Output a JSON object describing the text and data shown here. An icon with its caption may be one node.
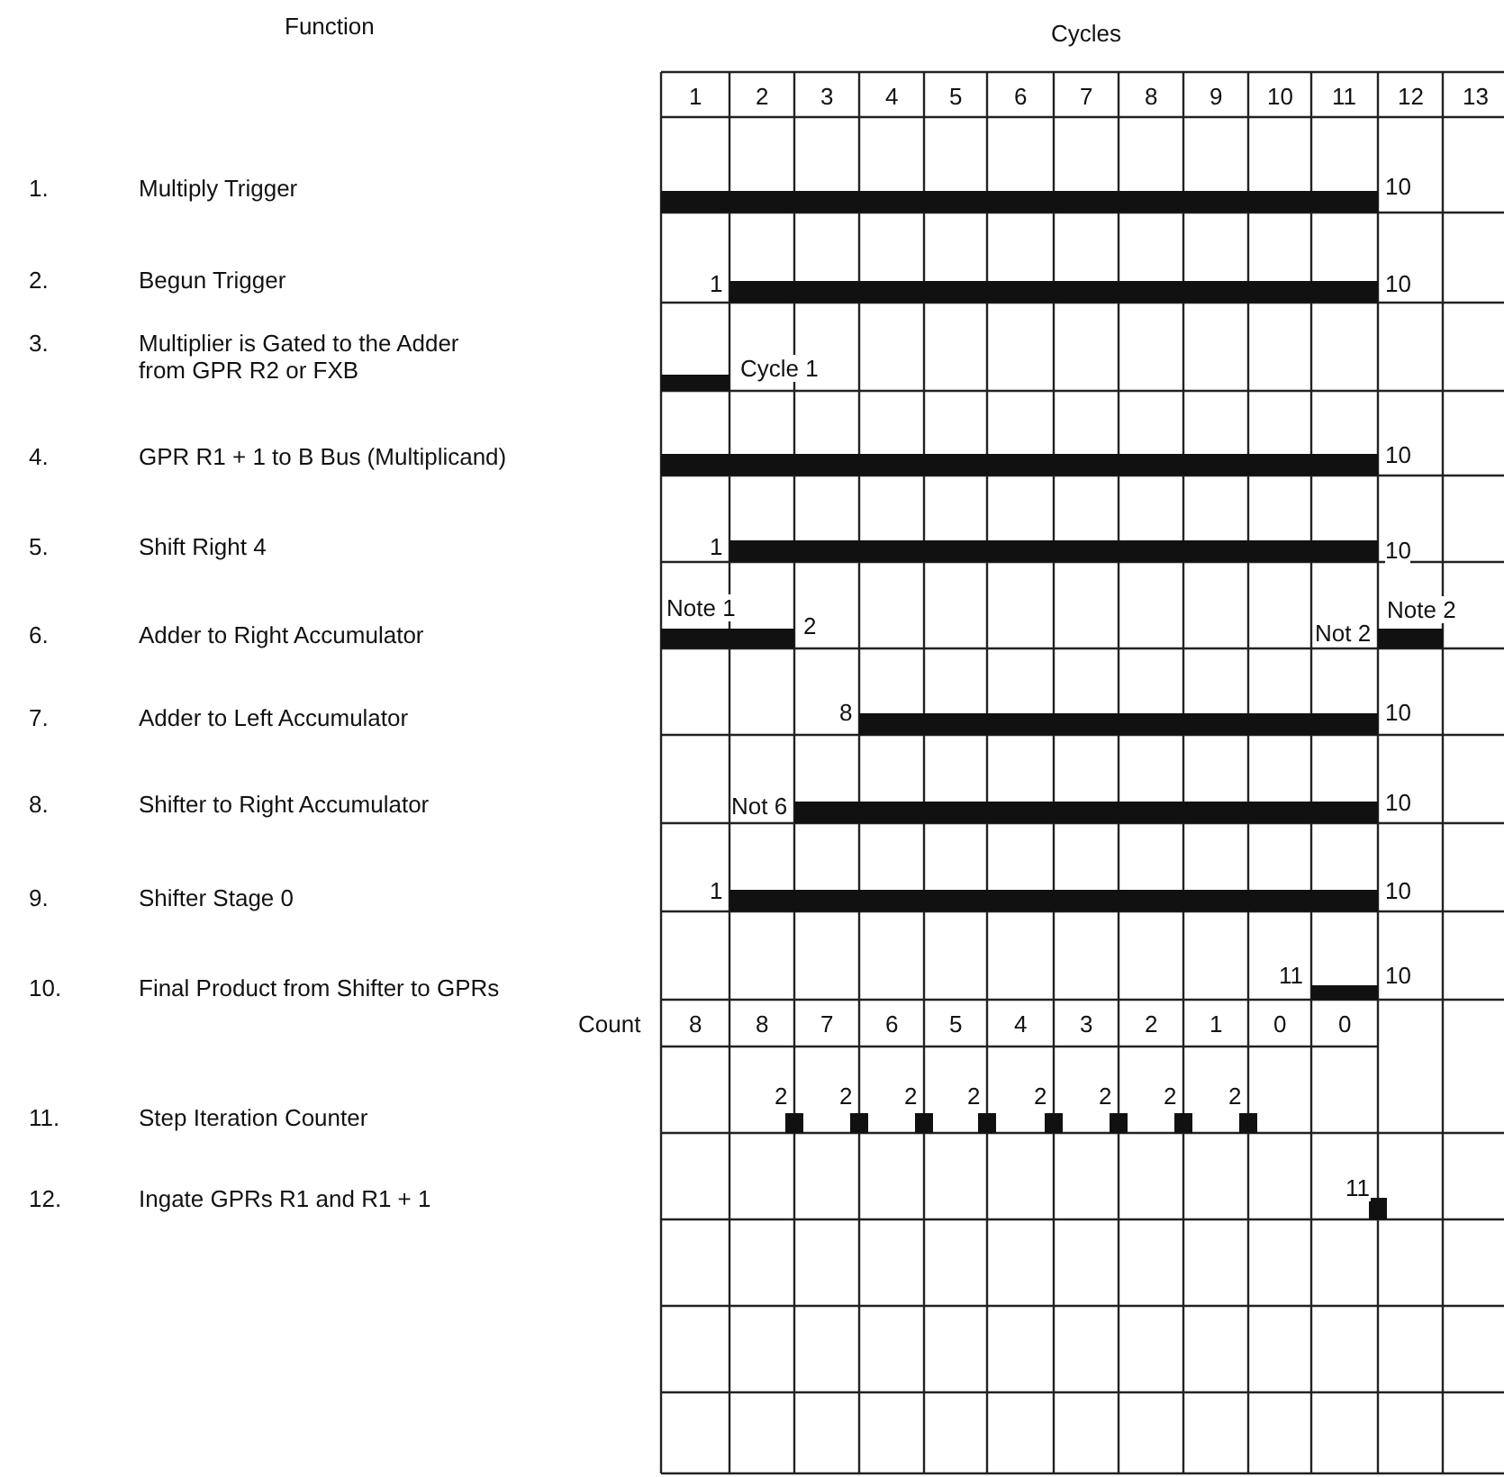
{
  "diagram": {
    "labels": [
      "Function",
      "Cycles",
      "1",
      "2",
      "3",
      "4",
      "5",
      "6",
      "7",
      "8",
      "9",
      "10",
      "11",
      "12",
      "13",
      "1.",
      "Multiply Trigger",
      "10",
      "2.",
      "Begun Trigger",
      "1",
      "10",
      "3.",
      "Multiplier is Gated to the Adder from GPR R2 or FXB",
      "Cycle 1",
      "4.",
      "GPR R1 + 1 to B Bus (Multiplicand)",
      "10",
      "5.",
      "Shift Right 4",
      "1",
      "10",
      "6.",
      "Adder to Right Accumulator",
      "Note 1",
      "2",
      "Not 2",
      "Note 2",
      "7.",
      "Adder to Left Accumulator",
      "8",
      "10",
      "8.",
      "Shifter to Right Accumulator",
      "Not 6",
      "10",
      "9.",
      "Shifter Stage 0",
      "1",
      "10",
      "10.",
      "Final Product from Shifter to GPRs",
      "11",
      "10",
      "Count",
      "8",
      "8",
      "7",
      "6",
      "5",
      "4",
      "3",
      "2",
      "1",
      "0",
      "0",
      "11.",
      "Step Iteration Counter",
      "2",
      "2",
      "2",
      "2",
      "2",
      "2",
      "2",
      "2",
      "12.",
      "Ingate GPRs R1 and R1 + 1",
      "11"
    ]
  }
}
